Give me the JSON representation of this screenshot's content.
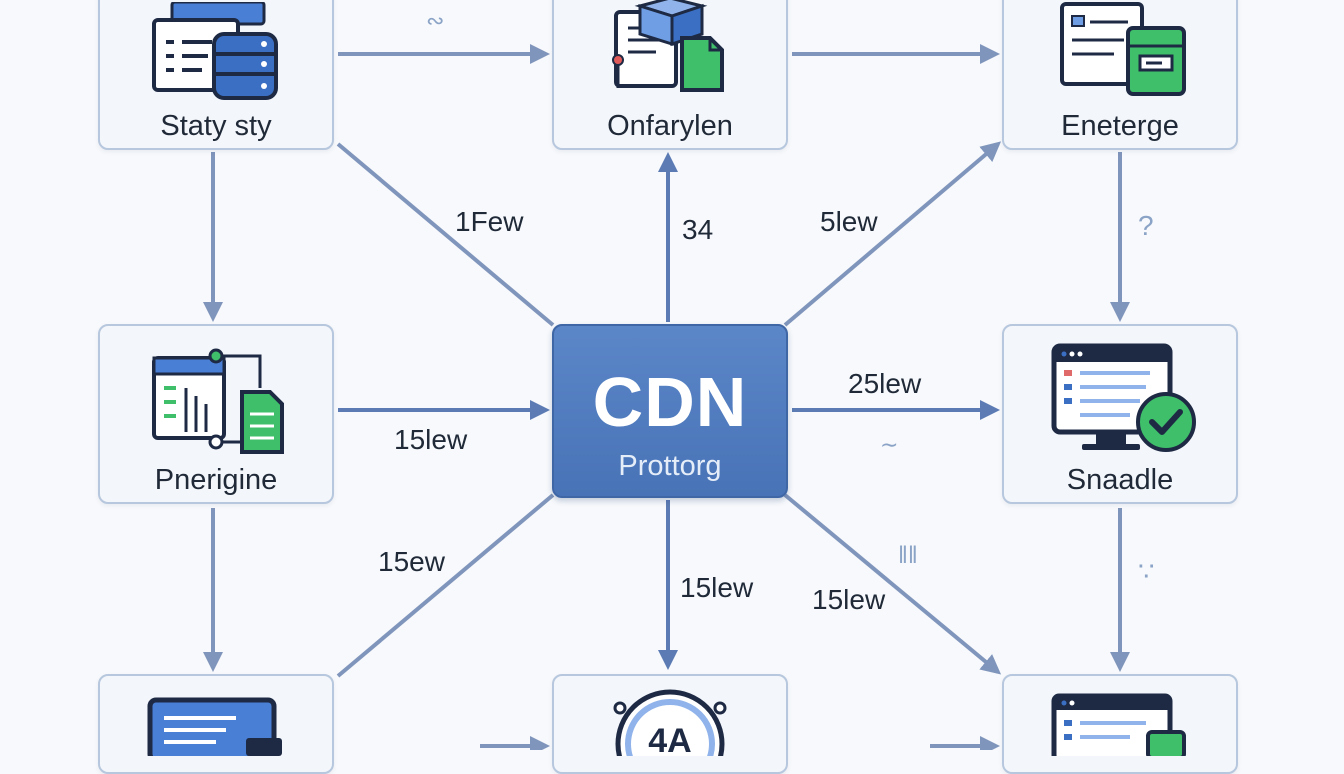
{
  "colors": {
    "arrow": "#8095bb",
    "arrow_dark": "#5c7bb4",
    "hub": "#5078bd",
    "node_border": "#b7c7dd",
    "icon_blue": "#3b6fc4",
    "icon_green": "#3fbf6a",
    "icon_navy": "#1e2a44"
  },
  "hub": {
    "title": "CDN",
    "subtitle": "Prottorg"
  },
  "nodes": {
    "top_left": "Staty sty",
    "top_center": "Onfarylen",
    "top_right": "Eneterge",
    "middle_left": "Pnerigine",
    "middle_right": "Snaadle",
    "bottom_left": "",
    "bottom_center": "",
    "bottom_right": ""
  },
  "edge_labels": {
    "tl_hub": "1Few",
    "hub_tc": "34",
    "hub_tr": "5lew",
    "hub_mr": "25lew",
    "ml_hub": "15lew",
    "hub_bl": "15ew",
    "hub_bc": "15lew",
    "hub_br": "15lew"
  },
  "icons": {
    "top_left": "document-database-icon",
    "top_center": "document-cube-file-icon",
    "top_right": "document-package-icon",
    "middle_left": "flowchart-document-icon",
    "middle_right": "monitor-check-icon",
    "bottom_left": "monitor-icon",
    "bottom_center": "clock-icon",
    "bottom_right": "browser-window-icon"
  }
}
